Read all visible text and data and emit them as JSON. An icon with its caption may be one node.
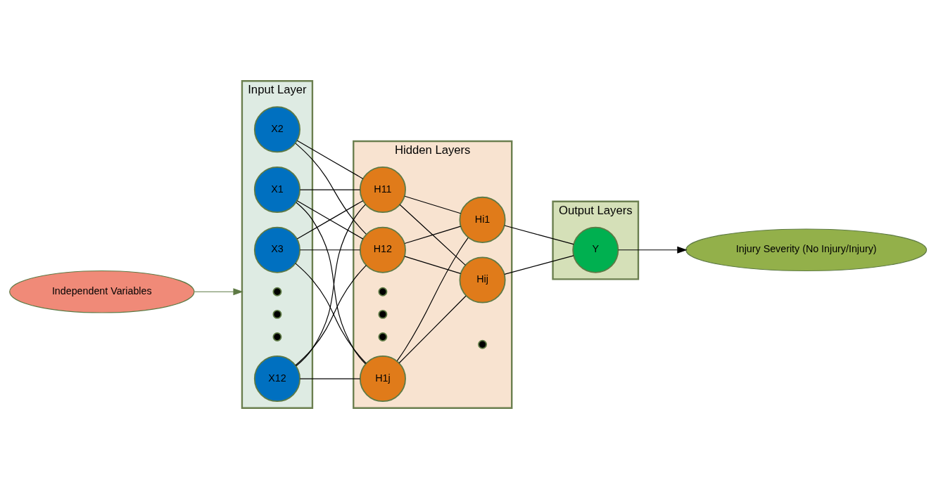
{
  "diagram": {
    "nodes": [
      {
        "text": [
          "Independent Variables"
        ]
      },
      {
        "text": [
          "Input Layer"
        ]
      },
      {
        "text": [
          "X1"
        ],
        "in": 1
      },
      {
        "text": [
          "X2"
        ],
        "in": 1
      },
      {
        "text": [
          "X3"
        ],
        "in": 1
      },
      {
        "text": [],
        "shape": "circle",
        "in": 1
      },
      {
        "text": [],
        "shape": "circle",
        "in": 1
      },
      {
        "text": [],
        "shape": "circle",
        "in": 1
      },
      {
        "text": [
          "X12"
        ],
        "in": 1
      },
      {
        "text": [
          "Hidden Layers"
        ]
      },
      {
        "text": [
          "H11"
        ],
        "in": 9
      },
      {
        "text": [
          "H12"
        ],
        "in": 9
      },
      {
        "text": [],
        "shape": "circle",
        "in": 9
      },
      {
        "text": [],
        "shape": "circle",
        "in": 9
      },
      {
        "text": [],
        "shape": "circle",
        "in": 9
      },
      {
        "text": [
          "H1j"
        ],
        "in": 9
      },
      {
        "text": [
          "Hi1"
        ],
        "in": 9
      },
      {
        "text": [],
        "shape": "circle",
        "in": 9
      },
      {
        "text": [
          "Hij"
        ],
        "in": 9
      },
      {
        "text": [
          "Output Layers"
        ]
      },
      {
        "text": [
          "Y"
        ],
        "in": 19
      },
      {
        "text": [
          "Injury Severity (No Injury/Injury)"
        ]
      }
    ],
    "edges": [
      {
        "from": 0,
        "to": 1,
        "arrow": "to",
        "color": "#5e7a45"
      },
      {
        "from": 2,
        "to": 10,
        "arrow": "none"
      },
      {
        "from": 2,
        "to": 11,
        "arrow": "none"
      },
      {
        "from": 2,
        "to": 15,
        "arrow": "none"
      },
      {
        "from": 3,
        "to": 10,
        "arrow": "none"
      },
      {
        "from": 3,
        "to": 11,
        "arrow": "none"
      },
      {
        "from": 4,
        "to": 10,
        "arrow": "none"
      },
      {
        "from": 4,
        "to": 11,
        "arrow": "none"
      },
      {
        "from": 4,
        "to": 15,
        "arrow": "none"
      },
      {
        "from": 8,
        "to": 10,
        "arrow": "none"
      },
      {
        "from": 8,
        "to": 11,
        "arrow": "none"
      },
      {
        "from": 8,
        "to": 15,
        "arrow": "none"
      },
      {
        "from": 10,
        "to": 16,
        "arrow": "none"
      },
      {
        "from": 10,
        "to": 18,
        "arrow": "none"
      },
      {
        "from": 11,
        "to": 16,
        "arrow": "none"
      },
      {
        "from": 11,
        "to": 18,
        "arrow": "none"
      },
      {
        "from": 15,
        "to": 16,
        "arrow": "none"
      },
      {
        "from": 15,
        "to": 18,
        "arrow": "none"
      },
      {
        "from": 16,
        "to": 20,
        "arrow": "none"
      },
      {
        "from": 18,
        "to": 20,
        "arrow": "none"
      },
      {
        "from": 20,
        "to": 21,
        "arrow": "to"
      }
    ]
  }
}
